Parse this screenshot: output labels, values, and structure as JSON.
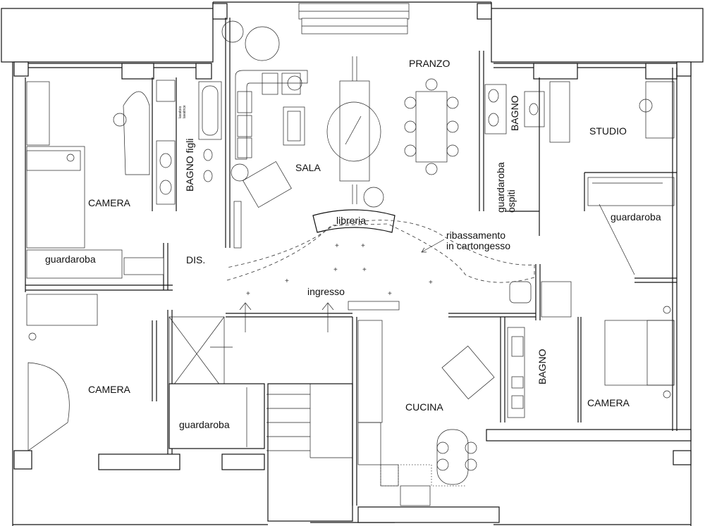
{
  "labels": {
    "pranzo": "PRANZO",
    "sala": "SALA",
    "studio": "STUDIO",
    "bagno_figli": "BAGNO figli",
    "bagno_ospiti": "BAGNO",
    "guardaroba_ospiti": "guardaroba\nospiti",
    "camera_nw": "CAMERA",
    "camera_sw": "CAMERA",
    "camera_se": "CAMERA",
    "guardaroba_w": "guardaroba",
    "guardaroba_sw": "guardaroba",
    "guardaroba_e": "guardaroba",
    "dis": "DIS.",
    "libreria": "libreria",
    "ribassamento": "ribassamento\nin cartongesso",
    "ingresso": "ingresso",
    "cucina": "CUCINA",
    "bagno_se": "BAGNO",
    "lavatoio": "lavatoio\nlavatrice"
  }
}
